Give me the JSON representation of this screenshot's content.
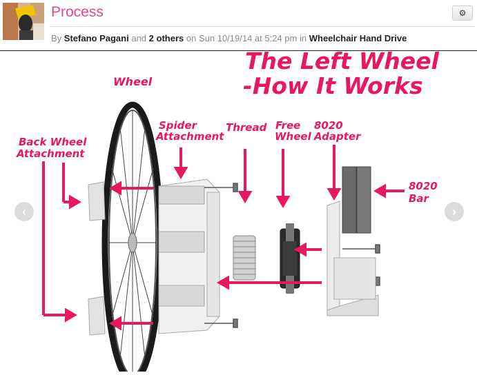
{
  "header": {
    "title": "Process",
    "meta": {
      "by": "By",
      "author": "Stefano Pagani",
      "and": "and",
      "others": "2 others",
      "on": "on",
      "date": "Sun 10/19/14 at 5:24 pm",
      "in": "in",
      "project": "Wheelchair Hand Drive"
    },
    "settings_icon": "gear-icon"
  },
  "diagram": {
    "heading_line1": "The Left Wheel",
    "heading_line2": "-How It Works",
    "labels": {
      "wheel": "Wheel",
      "back_wheel_1": "Back Wheel",
      "back_wheel_2": "Attachment",
      "spider_1": "Spider",
      "spider_2": "Attachment",
      "thread": "Thread",
      "free_1": "Free",
      "free_2": "Wheel",
      "adapter_1": "8020",
      "adapter_2": "Adapter",
      "bar_1": "8020",
      "bar_2": "Bar"
    },
    "accent_color": "#e8185f"
  },
  "carousel": {
    "prev_icon": "chevron-left-icon",
    "next_icon": "chevron-right-icon",
    "prev_glyph": "‹",
    "next_glyph": "›"
  }
}
